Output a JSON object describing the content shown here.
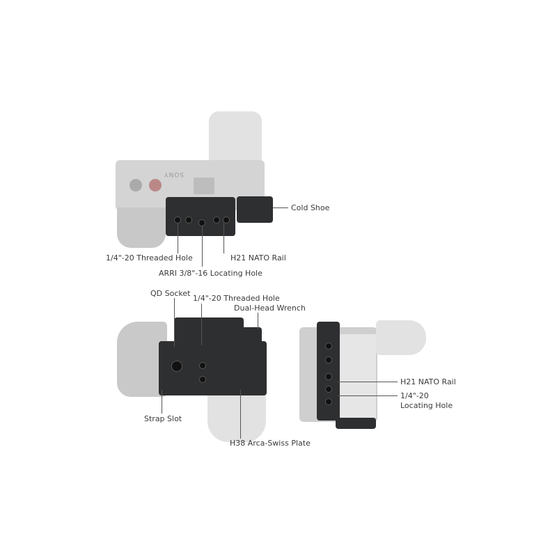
{
  "brand_mark": "SONY",
  "top_view": {
    "labels": {
      "cold_shoe": "Cold Shoe",
      "threaded_hole": "1/4\"-20 Threaded Hole",
      "nato_rail": "H21 NATO Rail",
      "arri_hole": "ARRI 3/8\"-16 Locating Hole"
    }
  },
  "bottom_view": {
    "labels": {
      "qd_socket": "QD Socket",
      "threaded_hole": "1/4\"-20 Threaded Hole",
      "wrench": "Dual-Head Wrench",
      "strap_slot": "Strap Slot",
      "arca_plate": "H38 Arca-Swiss Plate"
    }
  },
  "side_view": {
    "labels": {
      "nato_rail": "H21 NATO Rail",
      "locating_hole_line1": "1/4\"-20",
      "locating_hole_line2": "Locating Hole"
    }
  },
  "colors": {
    "cage": "#2e2f31",
    "camera": "#d4d4d4",
    "text": "#3a3a3a"
  }
}
